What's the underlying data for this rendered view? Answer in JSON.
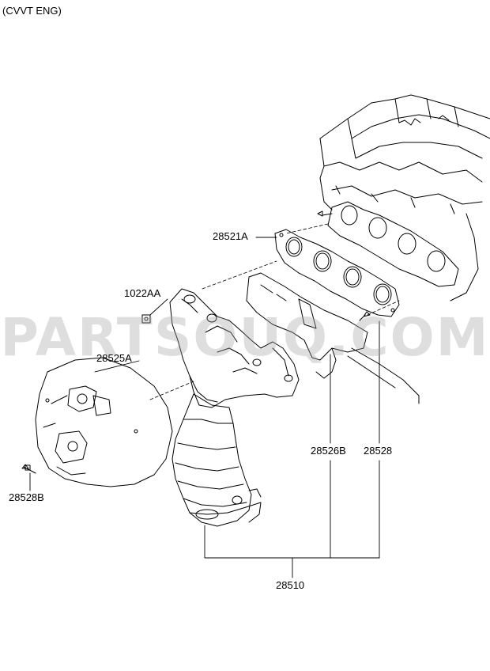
{
  "header": {
    "title": "(CVVT ENG)"
  },
  "watermark": {
    "text": "PARTSOUQ.COM"
  },
  "parts": {
    "p28521A": "28521A",
    "p1022AA": "1022AA",
    "p28525A": "28525A",
    "p28528B": "28528B",
    "p28526B": "28526B",
    "p28528": "28528",
    "p28510": "28510"
  },
  "colors": {
    "line": "#000000",
    "fill": "#ffffff",
    "shade": "#555555",
    "watermark": "#a0a0a0"
  }
}
